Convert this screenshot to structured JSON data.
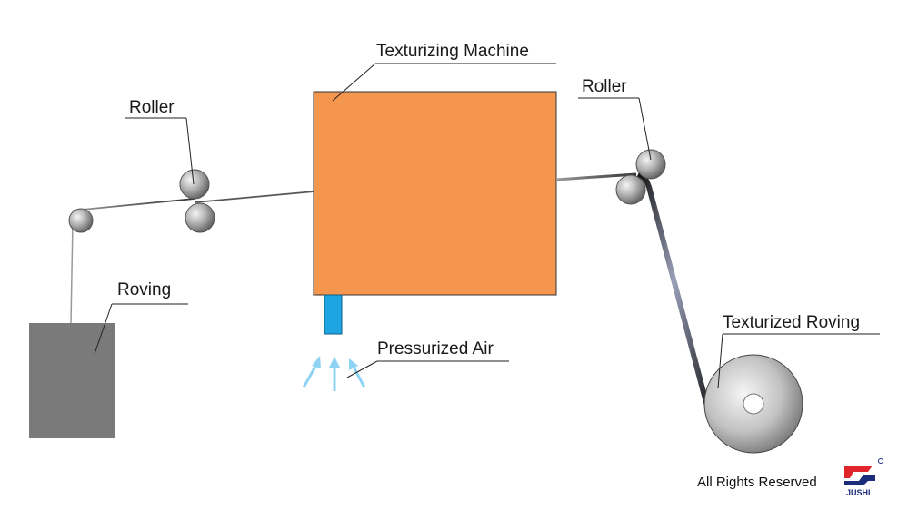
{
  "labels": {
    "machine": "Texturizing Machine",
    "roller_left": "Roller",
    "roller_right": "Roller",
    "roving": "Roving",
    "air": "Pressurized Air",
    "output": "Texturized Roving"
  },
  "footer": {
    "rights": "All Rights Reserved",
    "logo_text": "JUSHI"
  },
  "colors": {
    "machine": "#f5964f",
    "machine_border": "#333333",
    "nozzle": "#1ca5e0",
    "air_arrows": "#8fd3f4",
    "roving_box": "#7a7a7a",
    "roller": "#a9a9a9",
    "logo_red": "#e0262b",
    "logo_blue": "#1a2d7a"
  },
  "icons": {
    "roller": "roller-icon",
    "air": "air-arrows-icon",
    "spool": "spool-icon",
    "logo": "jushi-logo-icon"
  }
}
